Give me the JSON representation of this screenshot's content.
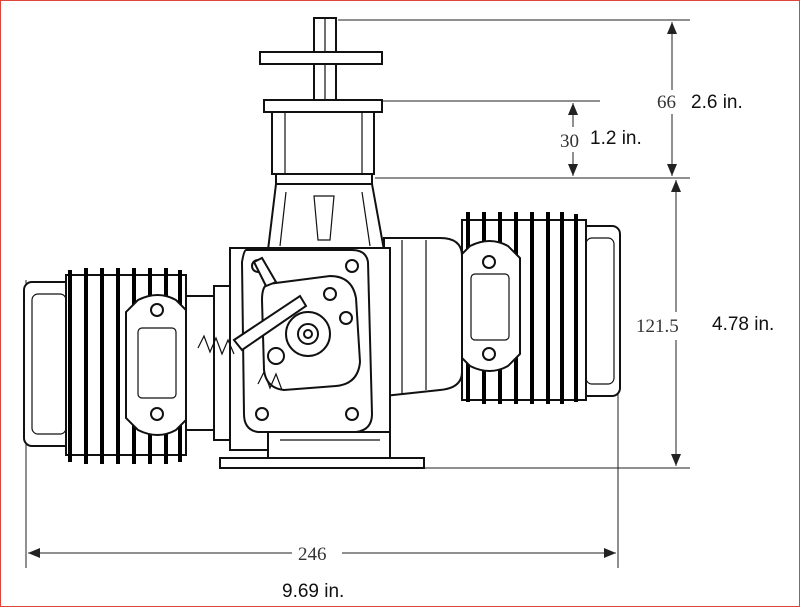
{
  "dimensions": {
    "prop_shaft": {
      "mm": "66",
      "inch": "2.6 in."
    },
    "hub": {
      "mm": "30",
      "inch": "1.2 in."
    },
    "height": {
      "mm": "121.5",
      "inch": "4.78 in."
    },
    "width": {
      "mm": "246",
      "inch": "9.69 in."
    }
  },
  "colors": {
    "frame": "#e0453a",
    "line": "#111111"
  }
}
